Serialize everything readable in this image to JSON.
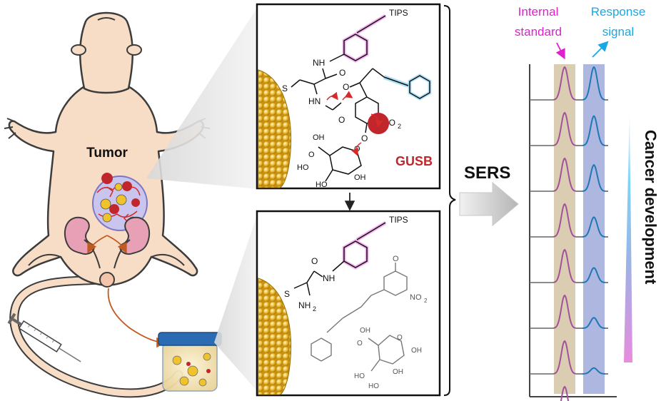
{
  "mouse": {
    "tumor_label": "Tumor"
  },
  "molecule_top": {
    "tips": "TIPS",
    "nh": "NH",
    "hn": "HN",
    "o1": "O",
    "o2": "O",
    "o_ring": "O",
    "o_ring2": "O",
    "o_sugar": "O",
    "s": "S",
    "no2_sub": "2",
    "no2_main": "NO",
    "oh_acid": "OH",
    "o_acid": "O",
    "o_carb": "O",
    "ho1": "HO",
    "ho2": "HO",
    "oh_sugar": "OH",
    "enzyme": "GUSB"
  },
  "molecule_bottom": {
    "tips": "TIPS",
    "nh": "NH",
    "nh2": "NH",
    "nh2_sub": "2",
    "o_amide": "O",
    "s": "S",
    "o_quinone": "O",
    "no2": "NO",
    "no2_sub": "2",
    "oh_acid": "OH",
    "o_acid": "O",
    "ho1": "HO",
    "ho2": "HO",
    "oh_sugar": "OH",
    "oh_sugar2": "OH",
    "o_ring": "O"
  },
  "method_label": "SERS",
  "spectra": {
    "internal_standard_line1": "Internal",
    "internal_standard_line2": "standard",
    "response_line1": "Response",
    "response_line2": "signal",
    "axis_title": "Cancer development",
    "response_levels": [
      1.0,
      0.9,
      0.8,
      0.6,
      0.45,
      0.32,
      0.18,
      0.0
    ],
    "internal_levels": [
      1,
      1,
      1,
      1,
      1,
      1,
      1,
      1
    ]
  },
  "colors": {
    "magenta": "#e01fd0",
    "cyan": "#1aa7e6",
    "skin": "#f7dcc6",
    "outline": "#3c3c3c",
    "gold": "#e8b423",
    "enzyme_red": "#c0262c",
    "arrow_orange": "#c05a20",
    "band_tan": "#d5c4a3",
    "band_blue": "#9faad9",
    "peak_purple": "#a0529b",
    "peak_blue": "#1e78b8"
  }
}
